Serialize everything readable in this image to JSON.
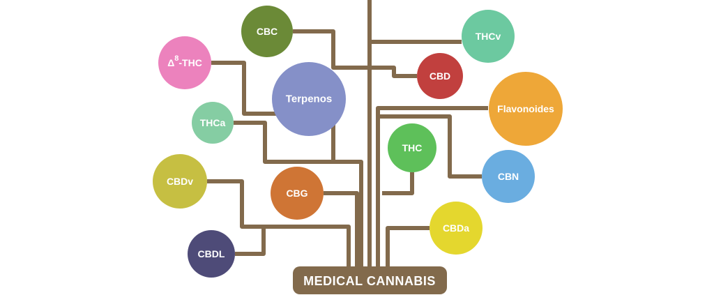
{
  "root": {
    "label": "MEDICAL CANNABIS",
    "color": "#826a4c"
  },
  "branch_color": "#826a4c",
  "nodes": [
    {
      "id": "cbc",
      "label": "CBC",
      "color": "#6b8a37"
    },
    {
      "id": "d8thc",
      "label": "Δ8-THC",
      "label_main": "Δ",
      "label_sup": "8",
      "label_tail": "-THC",
      "color": "#ec82bd"
    },
    {
      "id": "terpenos",
      "label": "Terpenos",
      "color": "#8590c8"
    },
    {
      "id": "thca",
      "label": "THCa",
      "color": "#85cda3"
    },
    {
      "id": "cbdv",
      "label": "CBDv",
      "color": "#c6bf42"
    },
    {
      "id": "cbg",
      "label": "CBG",
      "color": "#cf7535"
    },
    {
      "id": "cbdl",
      "label": "CBDL",
      "color": "#4e4b78"
    },
    {
      "id": "thcv",
      "label": "THCv",
      "color": "#6cc9a0"
    },
    {
      "id": "cbd",
      "label": "CBD",
      "color": "#c1403e"
    },
    {
      "id": "flavonoides",
      "label": "Flavonoides",
      "color": "#eea738"
    },
    {
      "id": "thc",
      "label": "THC",
      "color": "#5ec05a"
    },
    {
      "id": "cbn",
      "label": "CBN",
      "color": "#6aade0"
    },
    {
      "id": "cbda",
      "label": "CBDa",
      "color": "#e4d72e"
    }
  ]
}
